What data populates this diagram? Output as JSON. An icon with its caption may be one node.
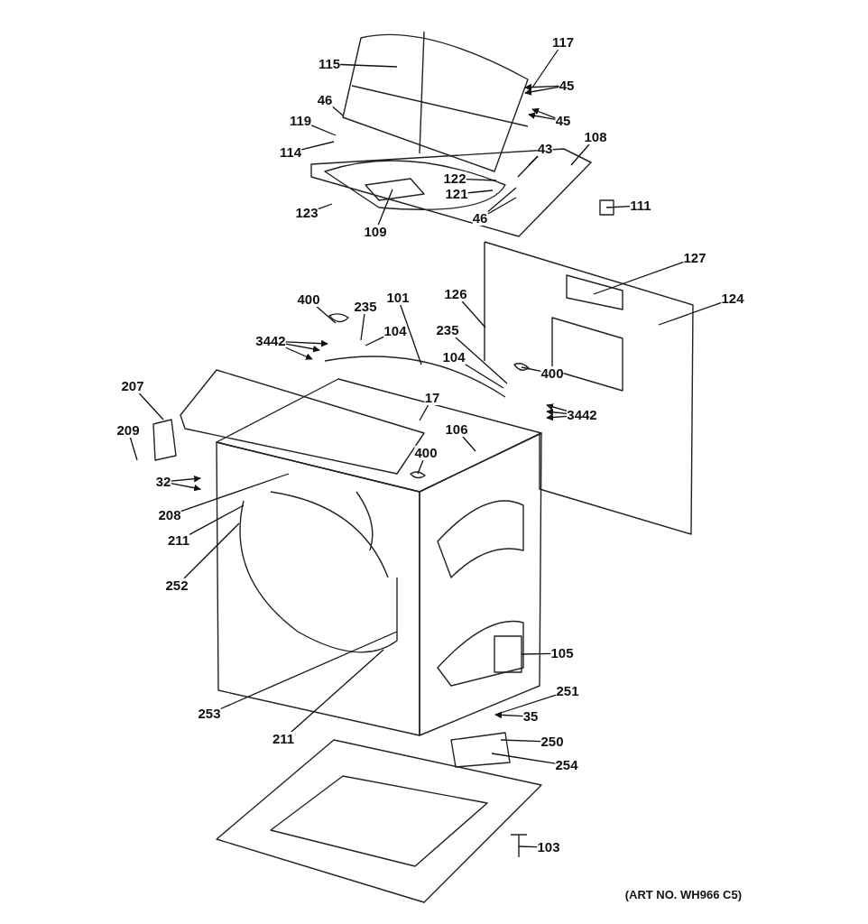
{
  "diagram": {
    "nodes": [
      {
        "text": [
          "117"
        ]
      },
      {
        "text": [
          "115"
        ]
      },
      {
        "text": [
          "45"
        ]
      },
      {
        "text": [
          "46"
        ]
      },
      {
        "text": [
          "45"
        ]
      },
      {
        "text": [
          "119"
        ]
      },
      {
        "text": [
          "114"
        ]
      },
      {
        "text": [
          "43"
        ]
      },
      {
        "text": [
          "108"
        ]
      },
      {
        "text": [
          "122"
        ]
      },
      {
        "text": [
          "121"
        ]
      },
      {
        "text": [
          "111"
        ]
      },
      {
        "text": [
          "123"
        ]
      },
      {
        "text": [
          "46"
        ]
      },
      {
        "text": [
          "109"
        ]
      },
      {
        "text": [
          "127"
        ]
      },
      {
        "text": [
          "124"
        ]
      },
      {
        "text": [
          "126"
        ]
      },
      {
        "text": [
          "400"
        ]
      },
      {
        "text": [
          "235"
        ]
      },
      {
        "text": [
          "101"
        ]
      },
      {
        "text": [
          "104"
        ]
      },
      {
        "text": [
          "3442"
        ]
      },
      {
        "text": [
          "235"
        ]
      },
      {
        "text": [
          "104"
        ]
      },
      {
        "text": [
          "400"
        ]
      },
      {
        "text": [
          "207"
        ]
      },
      {
        "text": [
          "17"
        ]
      },
      {
        "text": [
          "3442"
        ]
      },
      {
        "text": [
          "209"
        ]
      },
      {
        "text": [
          "106"
        ]
      },
      {
        "text": [
          "400"
        ]
      },
      {
        "text": [
          "32"
        ]
      },
      {
        "text": [
          "208"
        ]
      },
      {
        "text": [
          "211"
        ]
      },
      {
        "text": [
          "252"
        ]
      },
      {
        "text": [
          "105"
        ]
      },
      {
        "text": [
          "251"
        ]
      },
      {
        "text": [
          "253"
        ]
      },
      {
        "text": [
          "35"
        ]
      },
      {
        "text": [
          "211"
        ]
      },
      {
        "text": [
          "250"
        ]
      },
      {
        "text": [
          "254"
        ]
      },
      {
        "text": [
          "103"
        ]
      }
    ],
    "edges": [
      {
        "from": 0,
        "to": null,
        "arrow": "none"
      },
      {
        "from": 1,
        "to": null,
        "arrow": "none"
      },
      {
        "from": 2,
        "to": null,
        "arrow": "to"
      },
      {
        "from": 2,
        "to": null,
        "arrow": "to"
      },
      {
        "from": 3,
        "to": null,
        "arrow": "none"
      },
      {
        "from": 4,
        "to": null,
        "arrow": "to"
      },
      {
        "from": 4,
        "to": null,
        "arrow": "to"
      },
      {
        "from": 5,
        "to": null,
        "arrow": "none"
      },
      {
        "from": 6,
        "to": null,
        "arrow": "none"
      },
      {
        "from": 7,
        "to": null,
        "arrow": "none"
      },
      {
        "from": 7,
        "to": null,
        "arrow": "none"
      },
      {
        "from": 8,
        "to": null,
        "arrow": "none"
      },
      {
        "from": 9,
        "to": null,
        "arrow": "none"
      },
      {
        "from": 10,
        "to": null,
        "arrow": "none"
      },
      {
        "from": 11,
        "to": null,
        "arrow": "none"
      },
      {
        "from": 12,
        "to": null,
        "arrow": "none"
      },
      {
        "from": 13,
        "to": null,
        "arrow": "none"
      },
      {
        "from": 13,
        "to": null,
        "arrow": "none"
      },
      {
        "from": 14,
        "to": null,
        "arrow": "none"
      },
      {
        "from": 15,
        "to": null,
        "arrow": "none"
      },
      {
        "from": 16,
        "to": null,
        "arrow": "none"
      },
      {
        "from": 17,
        "to": null,
        "arrow": "none"
      },
      {
        "from": 18,
        "to": null,
        "arrow": "none"
      },
      {
        "from": 19,
        "to": null,
        "arrow": "none"
      },
      {
        "from": 20,
        "to": null,
        "arrow": "none"
      },
      {
        "from": 21,
        "to": null,
        "arrow": "none"
      },
      {
        "from": 22,
        "to": null,
        "arrow": "to"
      },
      {
        "from": 22,
        "to": null,
        "arrow": "to"
      },
      {
        "from": 22,
        "to": null,
        "arrow": "to"
      },
      {
        "from": 23,
        "to": null,
        "arrow": "none"
      },
      {
        "from": 24,
        "to": null,
        "arrow": "none"
      },
      {
        "from": 25,
        "to": null,
        "arrow": "none"
      },
      {
        "from": 26,
        "to": null,
        "arrow": "none"
      },
      {
        "from": 27,
        "to": null,
        "arrow": "none"
      },
      {
        "from": 28,
        "to": null,
        "arrow": "to"
      },
      {
        "from": 28,
        "to": null,
        "arrow": "to"
      },
      {
        "from": 28,
        "to": null,
        "arrow": "to"
      },
      {
        "from": 29,
        "to": null,
        "arrow": "none"
      },
      {
        "from": 30,
        "to": null,
        "arrow": "none"
      },
      {
        "from": 31,
        "to": null,
        "arrow": "none"
      },
      {
        "from": 32,
        "to": null,
        "arrow": "to"
      },
      {
        "from": 32,
        "to": null,
        "arrow": "to"
      },
      {
        "from": 33,
        "to": null,
        "arrow": "none"
      },
      {
        "from": 34,
        "to": null,
        "arrow": "none"
      },
      {
        "from": 35,
        "to": null,
        "arrow": "none"
      },
      {
        "from": 36,
        "to": null,
        "arrow": "none"
      },
      {
        "from": 37,
        "to": null,
        "arrow": "none"
      },
      {
        "from": 38,
        "to": null,
        "arrow": "none"
      },
      {
        "from": 39,
        "to": null,
        "arrow": "to"
      },
      {
        "from": 40,
        "to": null,
        "arrow": "none"
      },
      {
        "from": 41,
        "to": null,
        "arrow": "none"
      },
      {
        "from": 42,
        "to": null,
        "arrow": "none"
      },
      {
        "from": 43,
        "to": null,
        "arrow": "none"
      }
    ],
    "labels": [
      "(ART NO. WH966 C5)"
    ]
  }
}
